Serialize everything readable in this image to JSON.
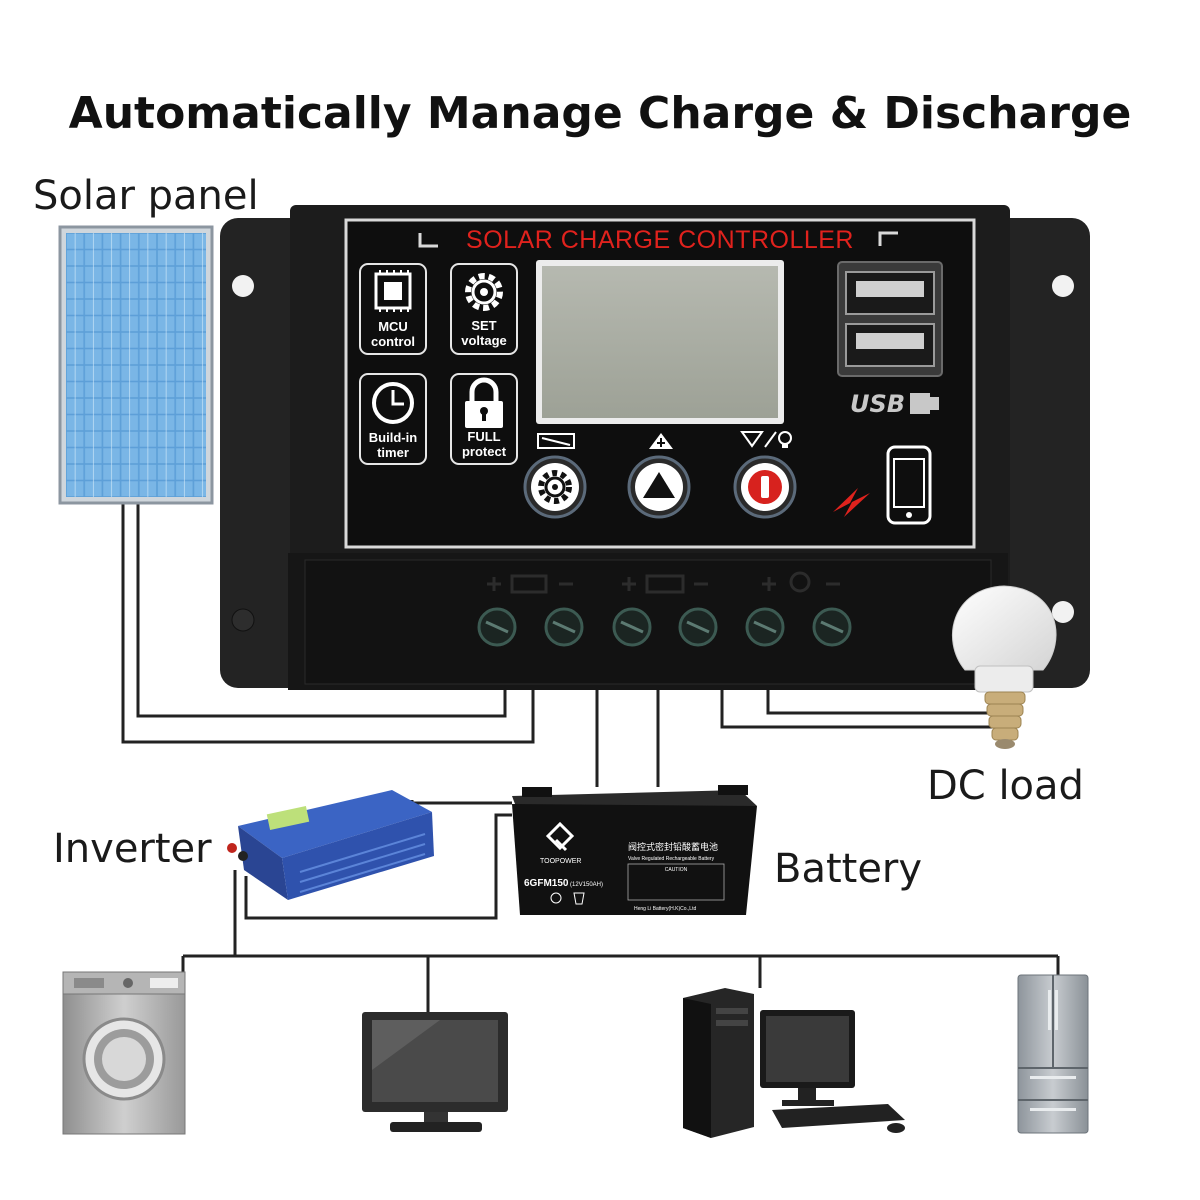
{
  "title": "Automatically Manage Charge & Discharge",
  "labels": {
    "solar_panel": "Solar panel",
    "dc_load": "DC load",
    "inverter": "Inverter",
    "battery": "Battery"
  },
  "controller": {
    "header": "SOLAR CHARGE CONTROLLER",
    "features": [
      {
        "line1": "MCU",
        "line2": "control",
        "icon": "chip-icon"
      },
      {
        "line1": "SET",
        "line2": "voltage",
        "icon": "gear-icon"
      },
      {
        "line1": "Build-in",
        "line2": "timer",
        "icon": "clock-icon"
      },
      {
        "line1": "FULL",
        "line2": "protect",
        "icon": "lock-icon"
      }
    ],
    "usb_label": "USB",
    "buttons": [
      "settings-button",
      "up-button",
      "power-button"
    ]
  },
  "battery": {
    "brand": "TOOPOWER",
    "model": "6GFM150",
    "spec": "(12V150AH)",
    "chinese_title": "阀控式密封铅酸蓄电池",
    "subtitle": "Valve Regulated Rechargeable Battery",
    "caution": "CAUTION",
    "maker": "Heng Li Battery(H.K)Co.,Ltd"
  },
  "colors": {
    "controller_body": "#1c1c1c",
    "panel_border": "#d9d9d9",
    "header_red": "#e0221d",
    "lcd": "#a9ada3",
    "solar_blue": "#5aa0d8",
    "inverter_blue": "#2b4fa8"
  }
}
